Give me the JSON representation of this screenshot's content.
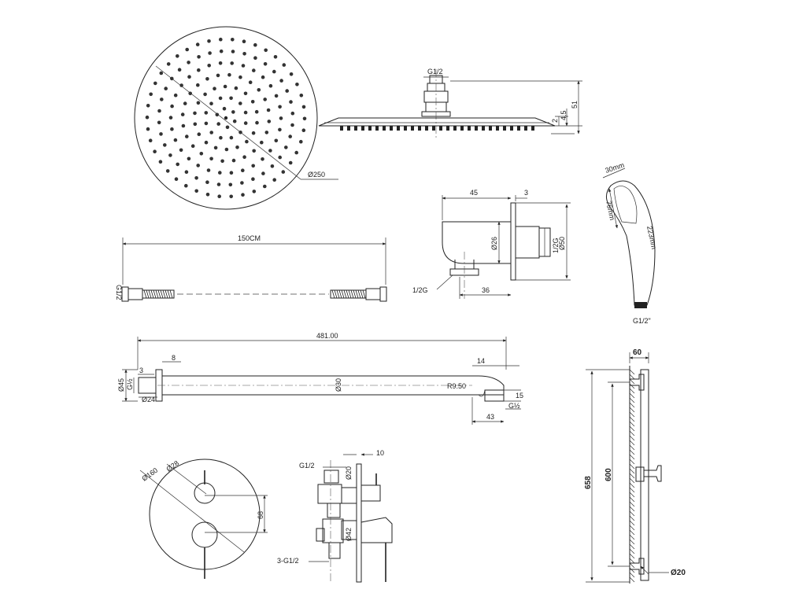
{
  "rain_head": {
    "diameter": "Ø250",
    "inlet": "G1/2",
    "dim_2": "2",
    "dim_4_5": "4.5",
    "dim_51": "51"
  },
  "hose": {
    "length": "150CM",
    "thread": "G1/2"
  },
  "wall_elbow": {
    "dim_45": "45",
    "dim_3": "3",
    "dim_26": "Ø26",
    "dim_half_g": "1/2G",
    "dim_50": "Ø50",
    "dim_36": "36",
    "thread": "1/2G"
  },
  "hand_shower": {
    "head_width": "30mm",
    "face_length": "75mm",
    "total_length": "223mm",
    "thread": "G1/2\""
  },
  "arm": {
    "total": "481.00",
    "dim_8": "8",
    "dim_3": "3",
    "dim_45": "Ø45",
    "thread_left": "G½",
    "dim_24": "Ø24",
    "dim_30": "Ø30",
    "dim_14": "14",
    "radius": "R9.50",
    "dim_15": "15",
    "thread_right": "G½",
    "dim_43": "43"
  },
  "mixer": {
    "plate": "Ø160",
    "hole": "Ø28",
    "spacing": "68",
    "inlet": "G1/2",
    "dim_20": "Ø20",
    "depth": "10",
    "dim_42": "Ø42",
    "outlets": "3-G1/2"
  },
  "slide_bar": {
    "width": "60",
    "total": "658",
    "inner": "600",
    "pipe": "Ø20"
  }
}
